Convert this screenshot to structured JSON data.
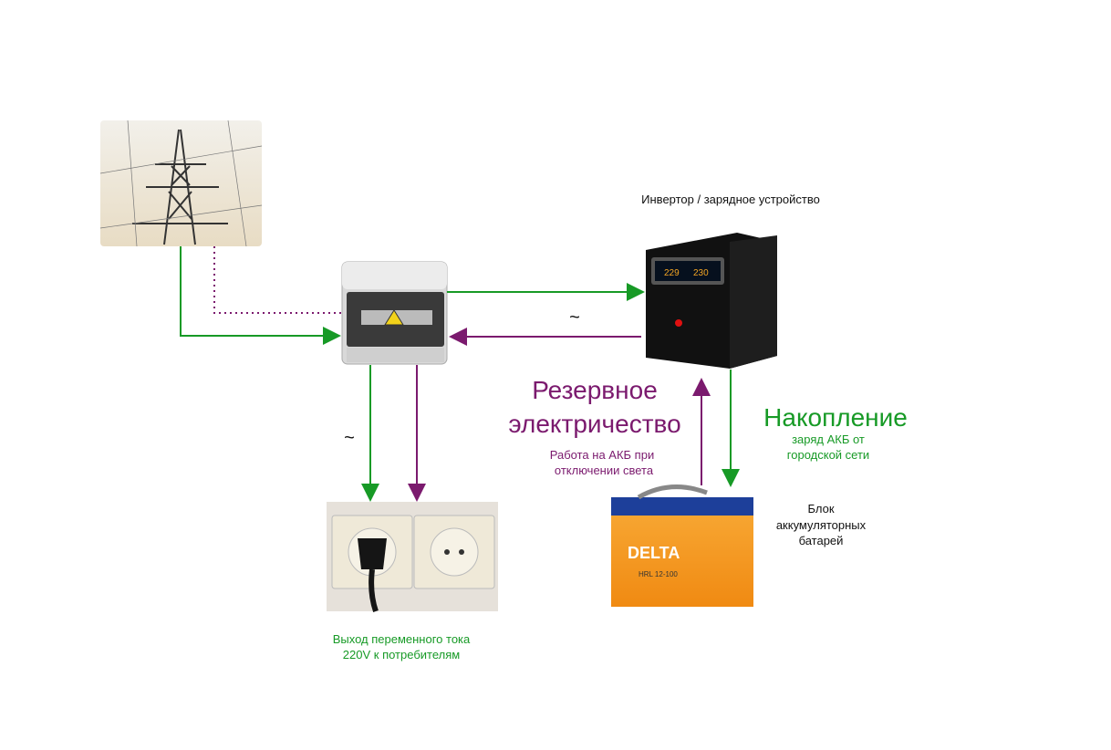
{
  "colors": {
    "green": "#179a26",
    "purple": "#7b1a6e",
    "text": "#111111"
  },
  "inverter": {
    "label": "Инвертор / зарядное устройство",
    "display_in": "229",
    "display_out": "230"
  },
  "ac_symbol_top": "~",
  "ac_symbol_left": "~",
  "backup": {
    "title_line1": "Резервное",
    "title_line2": "электричество",
    "sub_line1": "Работа на АКБ при",
    "sub_line2": "отключении света"
  },
  "storage": {
    "title": "Накопление",
    "sub_line1": "заряд АКБ от",
    "sub_line2": "городской сети"
  },
  "battery": {
    "label_line1": "Блок",
    "label_line2": "аккумуляторных",
    "label_line3": "батарей",
    "brand": "DELTA",
    "model": "HRL 12-100"
  },
  "output": {
    "line1": "Выход переменного тока",
    "line2": "220V к потребителям"
  }
}
